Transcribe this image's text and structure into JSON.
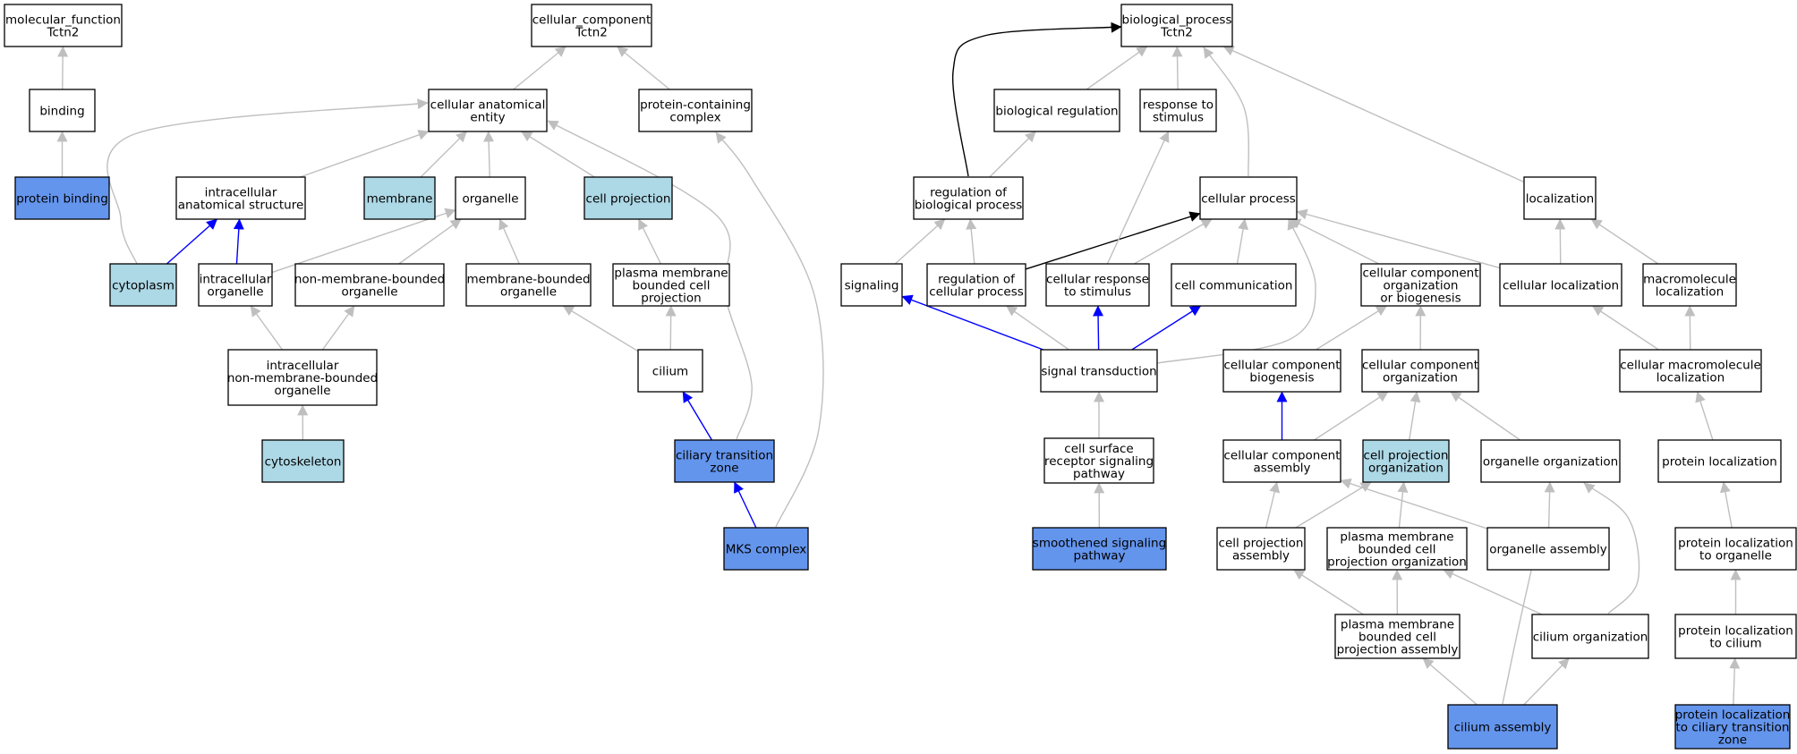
{
  "colors": {
    "background": "#ffffff",
    "node_plain": "#ffffff",
    "node_light": "#add8e6",
    "node_dark": "#6495ed",
    "edge_gray": "#bfbfbf",
    "edge_blue": "#0000ff",
    "edge_black": "#000000"
  },
  "nodes": [
    {
      "id": "mf",
      "lines": [
        "molecular_function",
        "Tctn2"
      ],
      "fill": "plain"
    },
    {
      "id": "binding",
      "lines": [
        "binding"
      ],
      "fill": "plain"
    },
    {
      "id": "protein_binding",
      "lines": [
        "protein binding"
      ],
      "fill": "dark"
    },
    {
      "id": "cc",
      "lines": [
        "cellular_component",
        "Tctn2"
      ],
      "fill": "plain"
    },
    {
      "id": "cae",
      "lines": [
        "cellular anatomical",
        "entity"
      ],
      "fill": "plain"
    },
    {
      "id": "pcc",
      "lines": [
        "protein-containing",
        "complex"
      ],
      "fill": "plain"
    },
    {
      "id": "ias",
      "lines": [
        "intracellular",
        "anatomical structure"
      ],
      "fill": "plain"
    },
    {
      "id": "membrane",
      "lines": [
        "membrane"
      ],
      "fill": "light"
    },
    {
      "id": "organelle",
      "lines": [
        "organelle"
      ],
      "fill": "plain"
    },
    {
      "id": "cellproj",
      "lines": [
        "cell projection"
      ],
      "fill": "light"
    },
    {
      "id": "cytoplasm",
      "lines": [
        "cytoplasm"
      ],
      "fill": "light"
    },
    {
      "id": "intra_org",
      "lines": [
        "intracellular",
        "organelle"
      ],
      "fill": "plain"
    },
    {
      "id": "nmbo",
      "lines": [
        "non-membrane-bounded",
        "organelle"
      ],
      "fill": "plain"
    },
    {
      "id": "mbo",
      "lines": [
        "membrane-bounded",
        "organelle"
      ],
      "fill": "plain"
    },
    {
      "id": "pmbcp",
      "lines": [
        "plasma membrane",
        "bounded cell",
        "projection"
      ],
      "fill": "plain"
    },
    {
      "id": "inmbo",
      "lines": [
        "intracellular",
        "non-membrane-bounded",
        "organelle"
      ],
      "fill": "plain"
    },
    {
      "id": "cilium",
      "lines": [
        "cilium"
      ],
      "fill": "plain"
    },
    {
      "id": "cytoskeleton",
      "lines": [
        "cytoskeleton"
      ],
      "fill": "light"
    },
    {
      "id": "ctz",
      "lines": [
        "ciliary transition",
        "zone"
      ],
      "fill": "dark"
    },
    {
      "id": "mks",
      "lines": [
        "MKS complex"
      ],
      "fill": "dark"
    },
    {
      "id": "bp",
      "lines": [
        "biological_process",
        "Tctn2"
      ],
      "fill": "plain"
    },
    {
      "id": "bioreg",
      "lines": [
        "biological regulation"
      ],
      "fill": "plain"
    },
    {
      "id": "rts",
      "lines": [
        "response to",
        "stimulus"
      ],
      "fill": "plain"
    },
    {
      "id": "rbp",
      "lines": [
        "regulation of",
        "biological process"
      ],
      "fill": "plain"
    },
    {
      "id": "cp",
      "lines": [
        "cellular process"
      ],
      "fill": "plain"
    },
    {
      "id": "localization",
      "lines": [
        "localization"
      ],
      "fill": "plain"
    },
    {
      "id": "signaling",
      "lines": [
        "signaling"
      ],
      "fill": "plain"
    },
    {
      "id": "rcp",
      "lines": [
        "regulation of",
        "cellular process"
      ],
      "fill": "plain"
    },
    {
      "id": "crs",
      "lines": [
        "cellular response",
        "to stimulus"
      ],
      "fill": "plain"
    },
    {
      "id": "cellcomm",
      "lines": [
        "cell communication"
      ],
      "fill": "plain"
    },
    {
      "id": "ccob",
      "lines": [
        "cellular component",
        "organization",
        "or biogenesis"
      ],
      "fill": "plain"
    },
    {
      "id": "cellloc",
      "lines": [
        "cellular localization"
      ],
      "fill": "plain"
    },
    {
      "id": "macroloc",
      "lines": [
        "macromolecule",
        "localization"
      ],
      "fill": "plain"
    },
    {
      "id": "sigtrans",
      "lines": [
        "signal transduction"
      ],
      "fill": "plain"
    },
    {
      "id": "ccbio",
      "lines": [
        "cellular component",
        "biogenesis"
      ],
      "fill": "plain"
    },
    {
      "id": "ccorg",
      "lines": [
        "cellular component",
        "organization"
      ],
      "fill": "plain"
    },
    {
      "id": "cmloc",
      "lines": [
        "cellular macromolecule",
        "localization"
      ],
      "fill": "plain"
    },
    {
      "id": "csrsp",
      "lines": [
        "cell surface",
        "receptor signaling",
        "pathway"
      ],
      "fill": "plain"
    },
    {
      "id": "ccasm",
      "lines": [
        "cellular component",
        "assembly"
      ],
      "fill": "plain"
    },
    {
      "id": "cporg",
      "lines": [
        "cell projection",
        "organization"
      ],
      "fill": "light"
    },
    {
      "id": "orgorg",
      "lines": [
        "organelle organization"
      ],
      "fill": "plain"
    },
    {
      "id": "protloc",
      "lines": [
        "protein localization"
      ],
      "fill": "plain"
    },
    {
      "id": "ssp",
      "lines": [
        "smoothened signaling",
        "pathway"
      ],
      "fill": "dark"
    },
    {
      "id": "cpasm",
      "lines": [
        "cell projection",
        "assembly"
      ],
      "fill": "plain"
    },
    {
      "id": "pmbcpo",
      "lines": [
        "plasma membrane",
        "bounded cell",
        "projection organization"
      ],
      "fill": "plain"
    },
    {
      "id": "orgasm",
      "lines": [
        "organelle assembly"
      ],
      "fill": "plain"
    },
    {
      "id": "plto",
      "lines": [
        "protein localization",
        "to organelle"
      ],
      "fill": "plain"
    },
    {
      "id": "pmbcpa",
      "lines": [
        "plasma membrane",
        "bounded cell",
        "projection assembly"
      ],
      "fill": "plain"
    },
    {
      "id": "ciliumorg",
      "lines": [
        "cilium organization"
      ],
      "fill": "plain"
    },
    {
      "id": "pltc",
      "lines": [
        "protein localization",
        "to cilium"
      ],
      "fill": "plain"
    },
    {
      "id": "ciliumasm",
      "lines": [
        "cilium assembly"
      ],
      "fill": "dark"
    },
    {
      "id": "pltctz",
      "lines": [
        "protein localization",
        "to ciliary transition",
        "zone"
      ],
      "fill": "dark"
    }
  ],
  "edges": [
    {
      "from": "binding",
      "to": "mf",
      "color": "gray"
    },
    {
      "from": "protein_binding",
      "to": "binding",
      "color": "gray"
    },
    {
      "from": "cae",
      "to": "cc",
      "color": "gray"
    },
    {
      "from": "pcc",
      "to": "cc",
      "color": "gray"
    },
    {
      "from": "ias",
      "to": "cae",
      "color": "gray"
    },
    {
      "from": "membrane",
      "to": "cae",
      "color": "gray"
    },
    {
      "from": "organelle",
      "to": "cae",
      "color": "gray"
    },
    {
      "from": "cellproj",
      "to": "cae",
      "color": "gray"
    },
    {
      "from": "cytoplasm",
      "to": "cae",
      "color": "gray"
    },
    {
      "from": "ctz",
      "to": "cae",
      "color": "gray"
    },
    {
      "from": "cytoplasm",
      "to": "ias",
      "color": "blue"
    },
    {
      "from": "intra_org",
      "to": "ias",
      "color": "blue"
    },
    {
      "from": "intra_org",
      "to": "organelle",
      "color": "gray"
    },
    {
      "from": "nmbo",
      "to": "organelle",
      "color": "gray"
    },
    {
      "from": "mbo",
      "to": "organelle",
      "color": "gray"
    },
    {
      "from": "pmbcp",
      "to": "cellproj",
      "color": "gray"
    },
    {
      "from": "inmbo",
      "to": "intra_org",
      "color": "gray"
    },
    {
      "from": "inmbo",
      "to": "nmbo",
      "color": "gray"
    },
    {
      "from": "cilium",
      "to": "mbo",
      "color": "gray"
    },
    {
      "from": "cilium",
      "to": "pmbcp",
      "color": "gray"
    },
    {
      "from": "cytoskeleton",
      "to": "inmbo",
      "color": "gray"
    },
    {
      "from": "ctz",
      "to": "cilium",
      "color": "blue"
    },
    {
      "from": "mks",
      "to": "ctz",
      "color": "blue"
    },
    {
      "from": "mks",
      "to": "pcc",
      "color": "gray"
    },
    {
      "from": "bioreg",
      "to": "bp",
      "color": "gray"
    },
    {
      "from": "rts",
      "to": "bp",
      "color": "gray"
    },
    {
      "from": "cp",
      "to": "bp",
      "color": "gray"
    },
    {
      "from": "localization",
      "to": "bp",
      "color": "gray"
    },
    {
      "from": "rbp",
      "to": "bp",
      "color": "black"
    },
    {
      "from": "rbp",
      "to": "bioreg",
      "color": "gray"
    },
    {
      "from": "signaling",
      "to": "rbp",
      "color": "gray"
    },
    {
      "from": "rcp",
      "to": "rbp",
      "color": "gray"
    },
    {
      "from": "rcp",
      "to": "cp",
      "color": "black"
    },
    {
      "from": "crs",
      "to": "rts",
      "color": "gray"
    },
    {
      "from": "crs",
      "to": "cp",
      "color": "gray"
    },
    {
      "from": "cellcomm",
      "to": "cp",
      "color": "gray"
    },
    {
      "from": "ccob",
      "to": "cp",
      "color": "gray"
    },
    {
      "from": "cellloc",
      "to": "cp",
      "color": "gray"
    },
    {
      "from": "sigtrans",
      "to": "cp",
      "color": "gray"
    },
    {
      "from": "cellloc",
      "to": "localization",
      "color": "gray"
    },
    {
      "from": "macroloc",
      "to": "localization",
      "color": "gray"
    },
    {
      "from": "sigtrans",
      "to": "signaling",
      "color": "blue"
    },
    {
      "from": "sigtrans",
      "to": "rcp",
      "color": "gray"
    },
    {
      "from": "sigtrans",
      "to": "crs",
      "color": "blue"
    },
    {
      "from": "sigtrans",
      "to": "cellcomm",
      "color": "blue"
    },
    {
      "from": "ccbio",
      "to": "ccob",
      "color": "gray"
    },
    {
      "from": "ccorg",
      "to": "ccob",
      "color": "gray"
    },
    {
      "from": "cmloc",
      "to": "cellloc",
      "color": "gray"
    },
    {
      "from": "cmloc",
      "to": "macroloc",
      "color": "gray"
    },
    {
      "from": "csrsp",
      "to": "sigtrans",
      "color": "gray"
    },
    {
      "from": "ccasm",
      "to": "ccbio",
      "color": "blue"
    },
    {
      "from": "ccasm",
      "to": "ccorg",
      "color": "gray"
    },
    {
      "from": "cporg",
      "to": "ccorg",
      "color": "gray"
    },
    {
      "from": "orgorg",
      "to": "ccorg",
      "color": "gray"
    },
    {
      "from": "protloc",
      "to": "cmloc",
      "color": "gray"
    },
    {
      "from": "ssp",
      "to": "csrsp",
      "color": "gray"
    },
    {
      "from": "cpasm",
      "to": "ccasm",
      "color": "gray"
    },
    {
      "from": "orgasm",
      "to": "ccasm",
      "color": "gray"
    },
    {
      "from": "cpasm",
      "to": "cporg",
      "color": "gray"
    },
    {
      "from": "pmbcpo",
      "to": "cporg",
      "color": "gray"
    },
    {
      "from": "orgasm",
      "to": "orgorg",
      "color": "gray"
    },
    {
      "from": "ciliumorg",
      "to": "orgorg",
      "color": "gray"
    },
    {
      "from": "plto",
      "to": "protloc",
      "color": "gray"
    },
    {
      "from": "pmbcpa",
      "to": "cpasm",
      "color": "gray"
    },
    {
      "from": "pmbcpa",
      "to": "pmbcpo",
      "color": "gray"
    },
    {
      "from": "ciliumorg",
      "to": "pmbcpo",
      "color": "gray"
    },
    {
      "from": "pltc",
      "to": "plto",
      "color": "gray"
    },
    {
      "from": "ciliumasm",
      "to": "pmbcpa",
      "color": "gray"
    },
    {
      "from": "ciliumasm",
      "to": "ciliumorg",
      "color": "gray"
    },
    {
      "from": "ciliumasm",
      "to": "orgasm",
      "color": "gray"
    },
    {
      "from": "pltctz",
      "to": "pltc",
      "color": "gray"
    }
  ]
}
